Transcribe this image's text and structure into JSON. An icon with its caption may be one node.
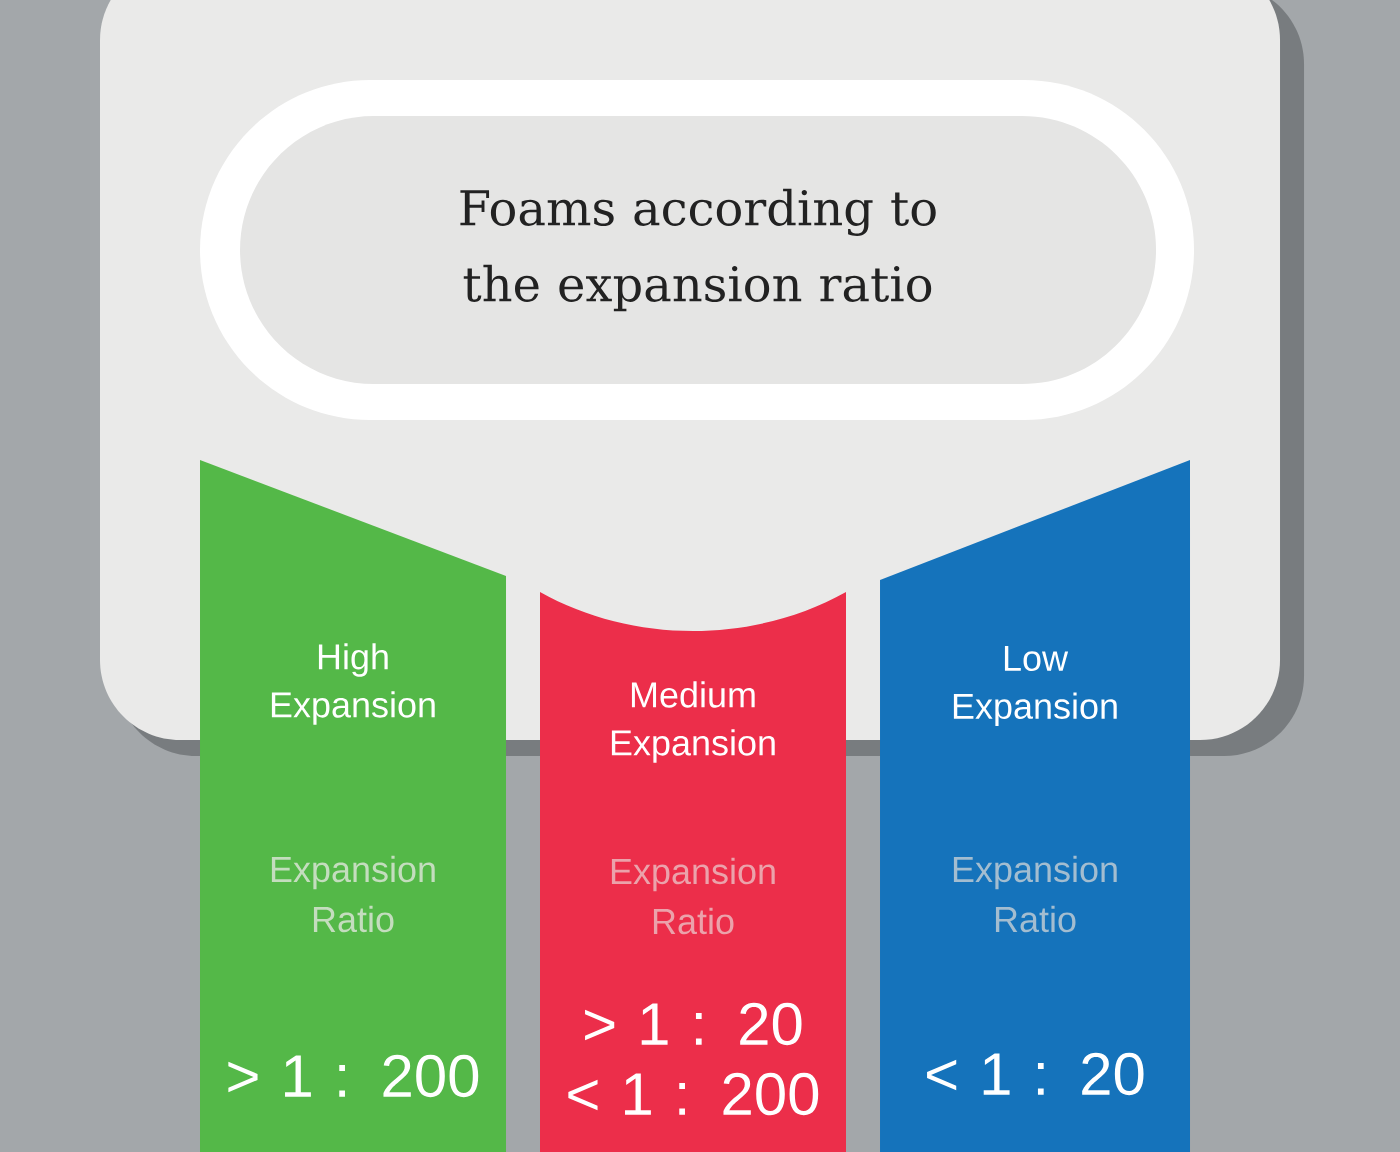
{
  "diagram": {
    "nodes": [
      {
        "text": [
          "Foams according to the expansion ratio"
        ]
      },
      {
        "text": [
          "High Expansion",
          "Expansion Ratio",
          "> 1 : 200"
        ]
      },
      {
        "text": [
          "Medium Expansion",
          "Expansion Ratio",
          "> 1 : 20",
          "< 1 : 200"
        ]
      },
      {
        "text": [
          "Low Expansion",
          "Expansion Ratio",
          "< 1 : 20"
        ]
      }
    ]
  }
}
